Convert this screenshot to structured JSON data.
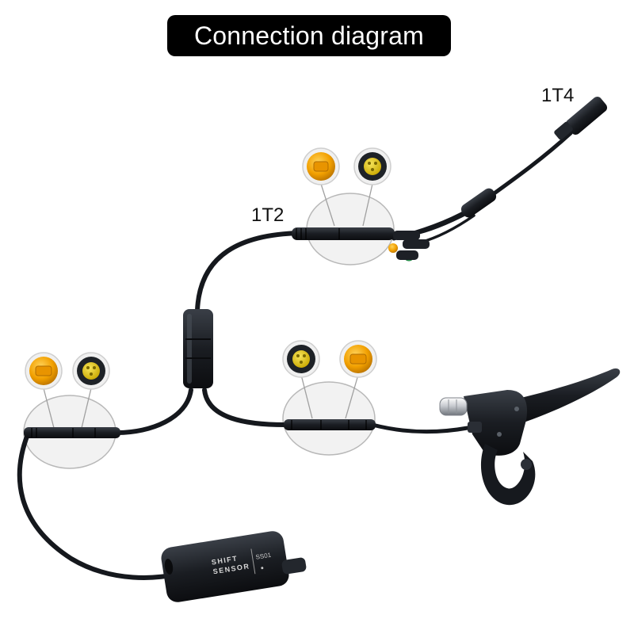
{
  "title": "Connection diagram",
  "labels": {
    "connector_1t4": "1T4",
    "connector_1t2": "1T2"
  },
  "sensor_text": {
    "line1": "SHIFT",
    "line2": "SENSOR",
    "model": "SS01"
  },
  "colors": {
    "cable": "#15181d",
    "connector_yellow": "#f2a000",
    "connector_green": "#38c86a",
    "magnifier_fill": "#f2f2f2",
    "magnifier_stroke": "#b8b8b8",
    "title_bg": "#000000",
    "title_text": "#ffffff"
  },
  "components": [
    "shift-sensor",
    "y-splitter",
    "brake-lever",
    "extension-cable"
  ]
}
